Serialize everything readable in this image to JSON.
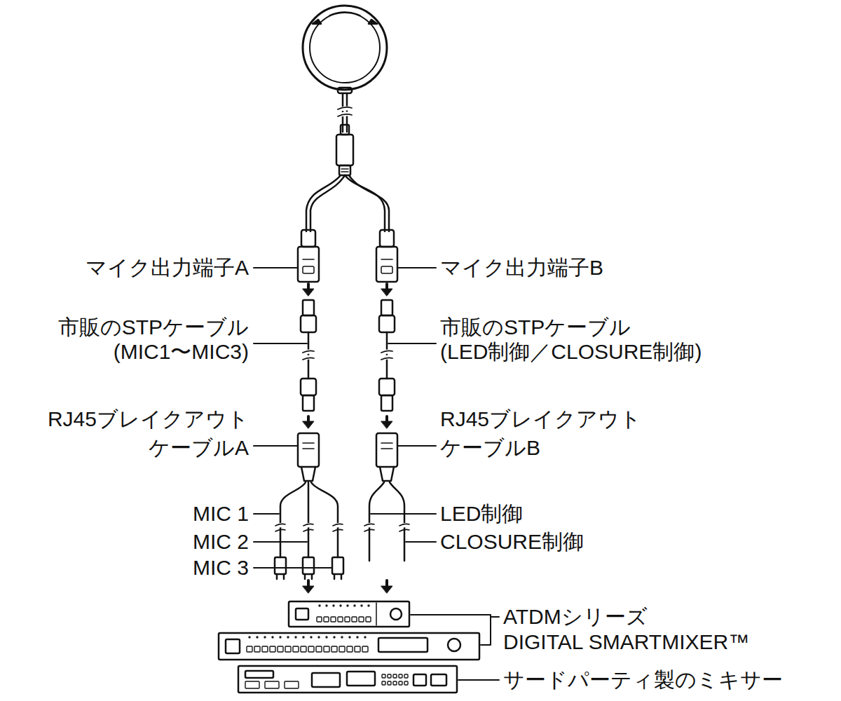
{
  "diagram": {
    "labels": [
      "マイク出力端子A",
      "マイク出力端子B",
      "市販のSTPケーブル (MIC1〜MIC3)",
      "市販のSTPケーブル (LED制御／CLOSURE制御)",
      "RJ45ブレイクアウト ケーブルA",
      "RJ45ブレイクアウト ケーブルB",
      "MIC 1",
      "MIC 2",
      "MIC 3",
      "LED制御",
      "CLOSURE制御",
      "ATDMシリーズ DIGITAL SMARTMIXER™",
      "サードパーティ製のミキサー"
    ]
  }
}
